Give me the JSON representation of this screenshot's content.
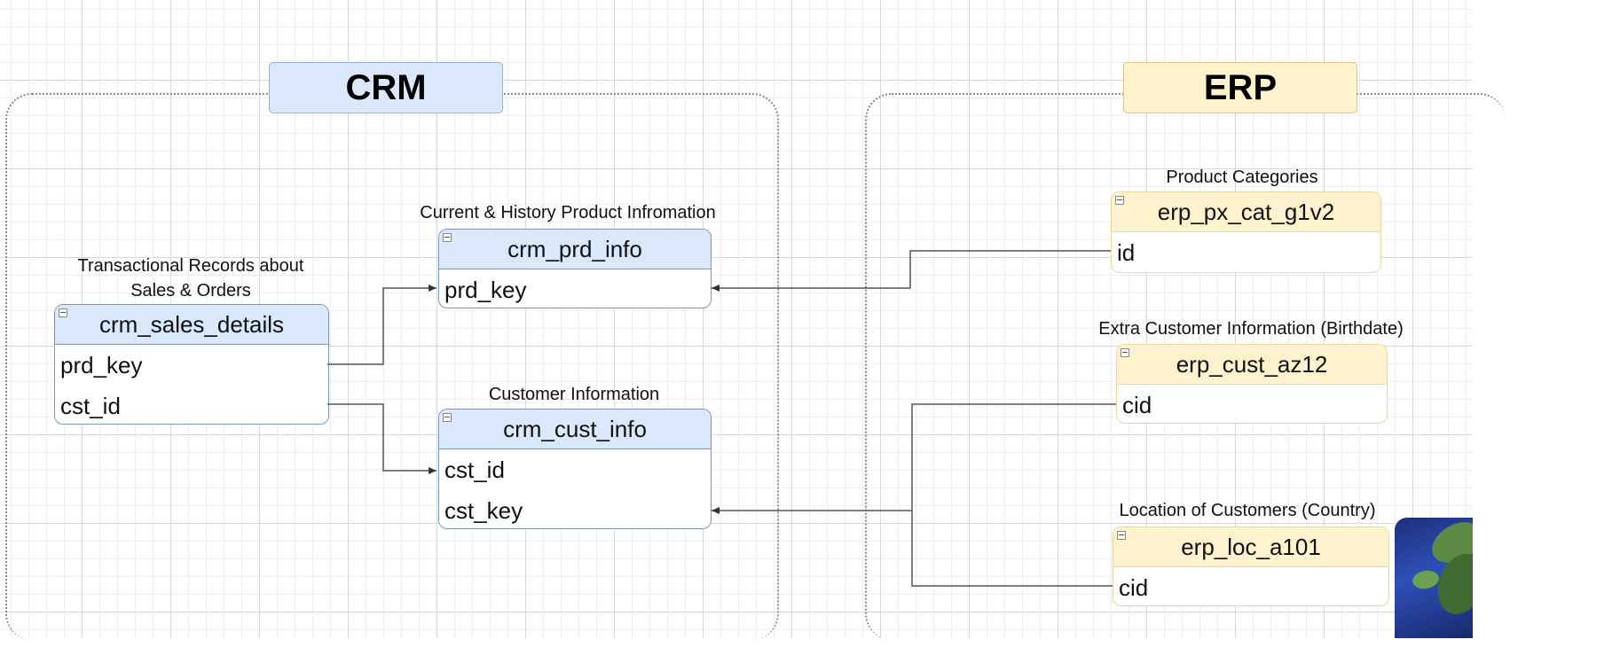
{
  "groups": {
    "crm": {
      "title": "CRM"
    },
    "erp": {
      "title": "ERP"
    }
  },
  "tables": {
    "crm_sales_details": {
      "caption": "Transactional Records about Sales & Orders",
      "name": "crm_sales_details",
      "fields": [
        "prd_key",
        "cst_id"
      ]
    },
    "crm_prd_info": {
      "caption": "Current & History Product Infromation",
      "name": "crm_prd_info",
      "fields": [
        "prd_key"
      ]
    },
    "crm_cust_info": {
      "caption": "Customer Information",
      "name": "crm_cust_info",
      "fields": [
        "cst_id",
        "cst_key"
      ]
    },
    "erp_px_cat_g1v2": {
      "caption": "Product Categories",
      "name": "erp_px_cat_g1v2",
      "fields": [
        "id"
      ]
    },
    "erp_cust_az12": {
      "caption": "Extra Customer Information (Birthdate)",
      "name": "erp_cust_az12",
      "fields": [
        "cid"
      ]
    },
    "erp_loc_a101": {
      "caption": "Location of Customers (Country)",
      "name": "erp_loc_a101",
      "fields": [
        "cid"
      ]
    }
  },
  "colors": {
    "crm_fill": "#dae8fc",
    "erp_fill": "#fff2cc",
    "connector": "#555555"
  }
}
